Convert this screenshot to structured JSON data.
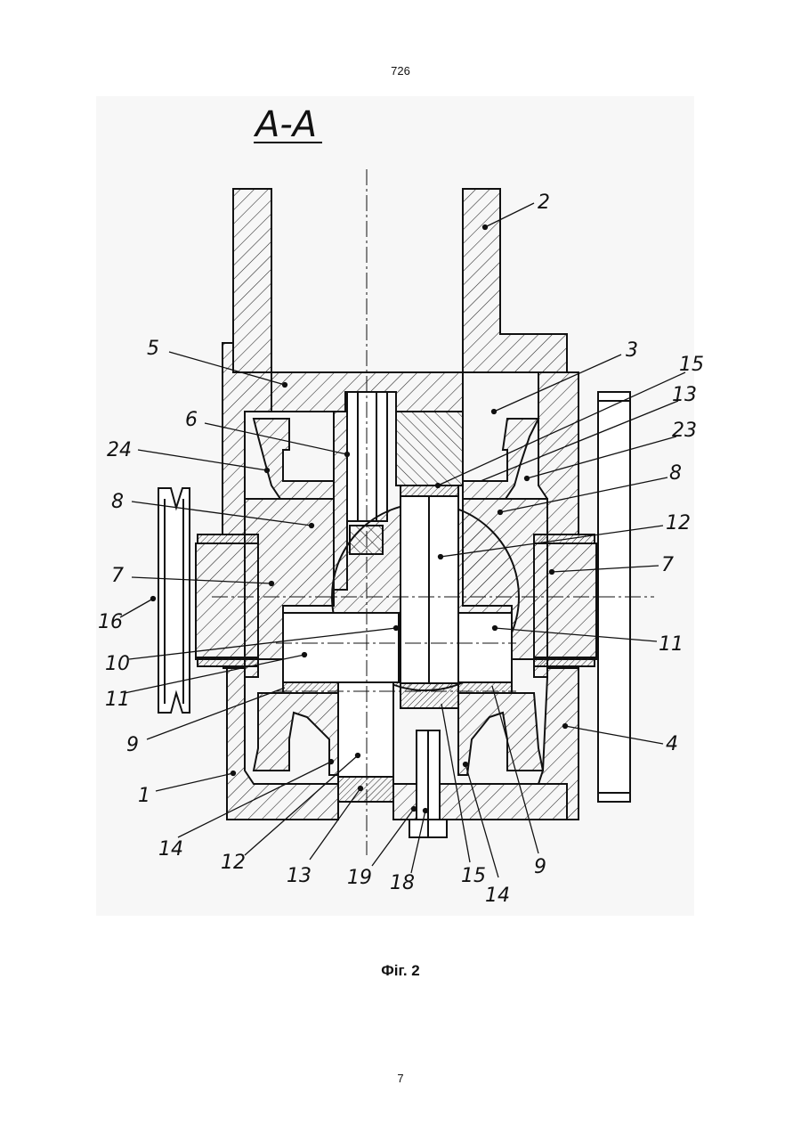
{
  "page": {
    "top_number": "726",
    "bottom_number": "7",
    "caption": "Фіг. 2"
  },
  "drawing": {
    "section_label": "A-A",
    "part_labels": {
      "l2": "2",
      "l3": "3",
      "l15a": "15",
      "l13a": "13",
      "l23": "23",
      "l8r": "8",
      "l12r": "12",
      "l7r": "7",
      "l11r": "11",
      "l4": "4",
      "l5": "5",
      "l6": "6",
      "l24": "24",
      "l8l": "8",
      "l7l": "7",
      "l16": "16",
      "l10": "10",
      "l11l": "11",
      "l9l": "9",
      "l1": "1",
      "l14l": "14",
      "l12b": "12",
      "l13b": "13",
      "l19": "19",
      "l18": "18",
      "l15b": "15",
      "l14b": "14",
      "l9b": "9"
    }
  }
}
